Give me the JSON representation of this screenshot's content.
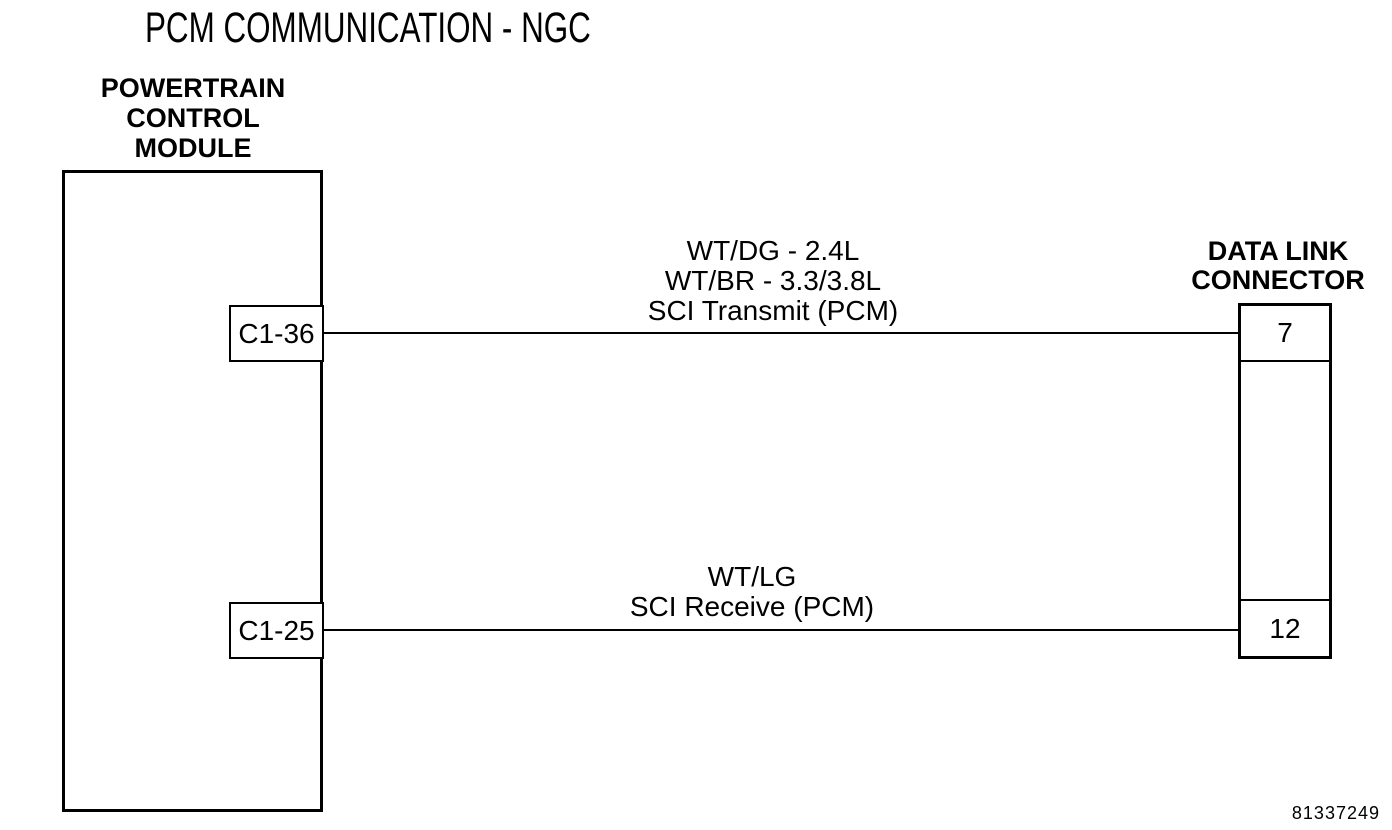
{
  "title": "PCM COMMUNICATION - NGC",
  "doc_number": "81337249",
  "colors": {
    "ink": "#000000",
    "background": "#ffffff"
  },
  "pcm": {
    "label_lines": [
      "POWERTRAIN",
      "CONTROL",
      "MODULE"
    ],
    "pins": [
      {
        "id": "C1-36"
      },
      {
        "id": "C1-25"
      }
    ]
  },
  "dlc": {
    "label_lines": [
      "DATA LINK",
      "CONNECTOR"
    ],
    "pins": [
      {
        "id": "7"
      },
      {
        "id": "12"
      }
    ]
  },
  "wires": [
    {
      "from_pin": "C1-36",
      "to_pin": "7",
      "label_lines": [
        "WT/DG - 2.4L",
        "WT/BR - 3.3/3.8L",
        "SCI Transmit (PCM)"
      ]
    },
    {
      "from_pin": "C1-25",
      "to_pin": "12",
      "label_lines": [
        "WT/LG",
        "SCI Receive (PCM)"
      ]
    }
  ]
}
